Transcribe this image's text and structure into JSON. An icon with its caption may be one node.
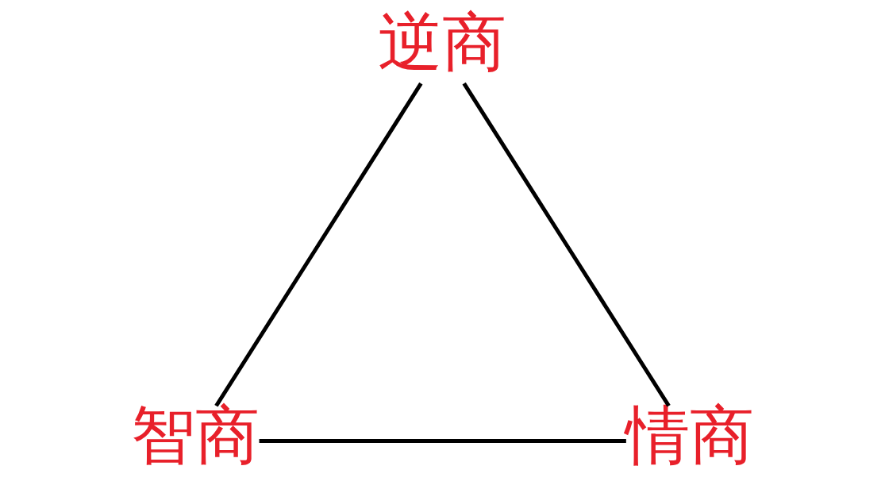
{
  "diagram": {
    "nodes": [
      {
        "text": [
          "逆商"
        ]
      },
      {
        "text": [
          "智商"
        ]
      },
      {
        "text": [
          "情商"
        ]
      }
    ],
    "edges": [
      {
        "from": 0,
        "to": 1,
        "arrow": "none"
      },
      {
        "from": 0,
        "to": 2,
        "arrow": "none"
      },
      {
        "from": 1,
        "to": 2,
        "arrow": "none"
      }
    ]
  }
}
